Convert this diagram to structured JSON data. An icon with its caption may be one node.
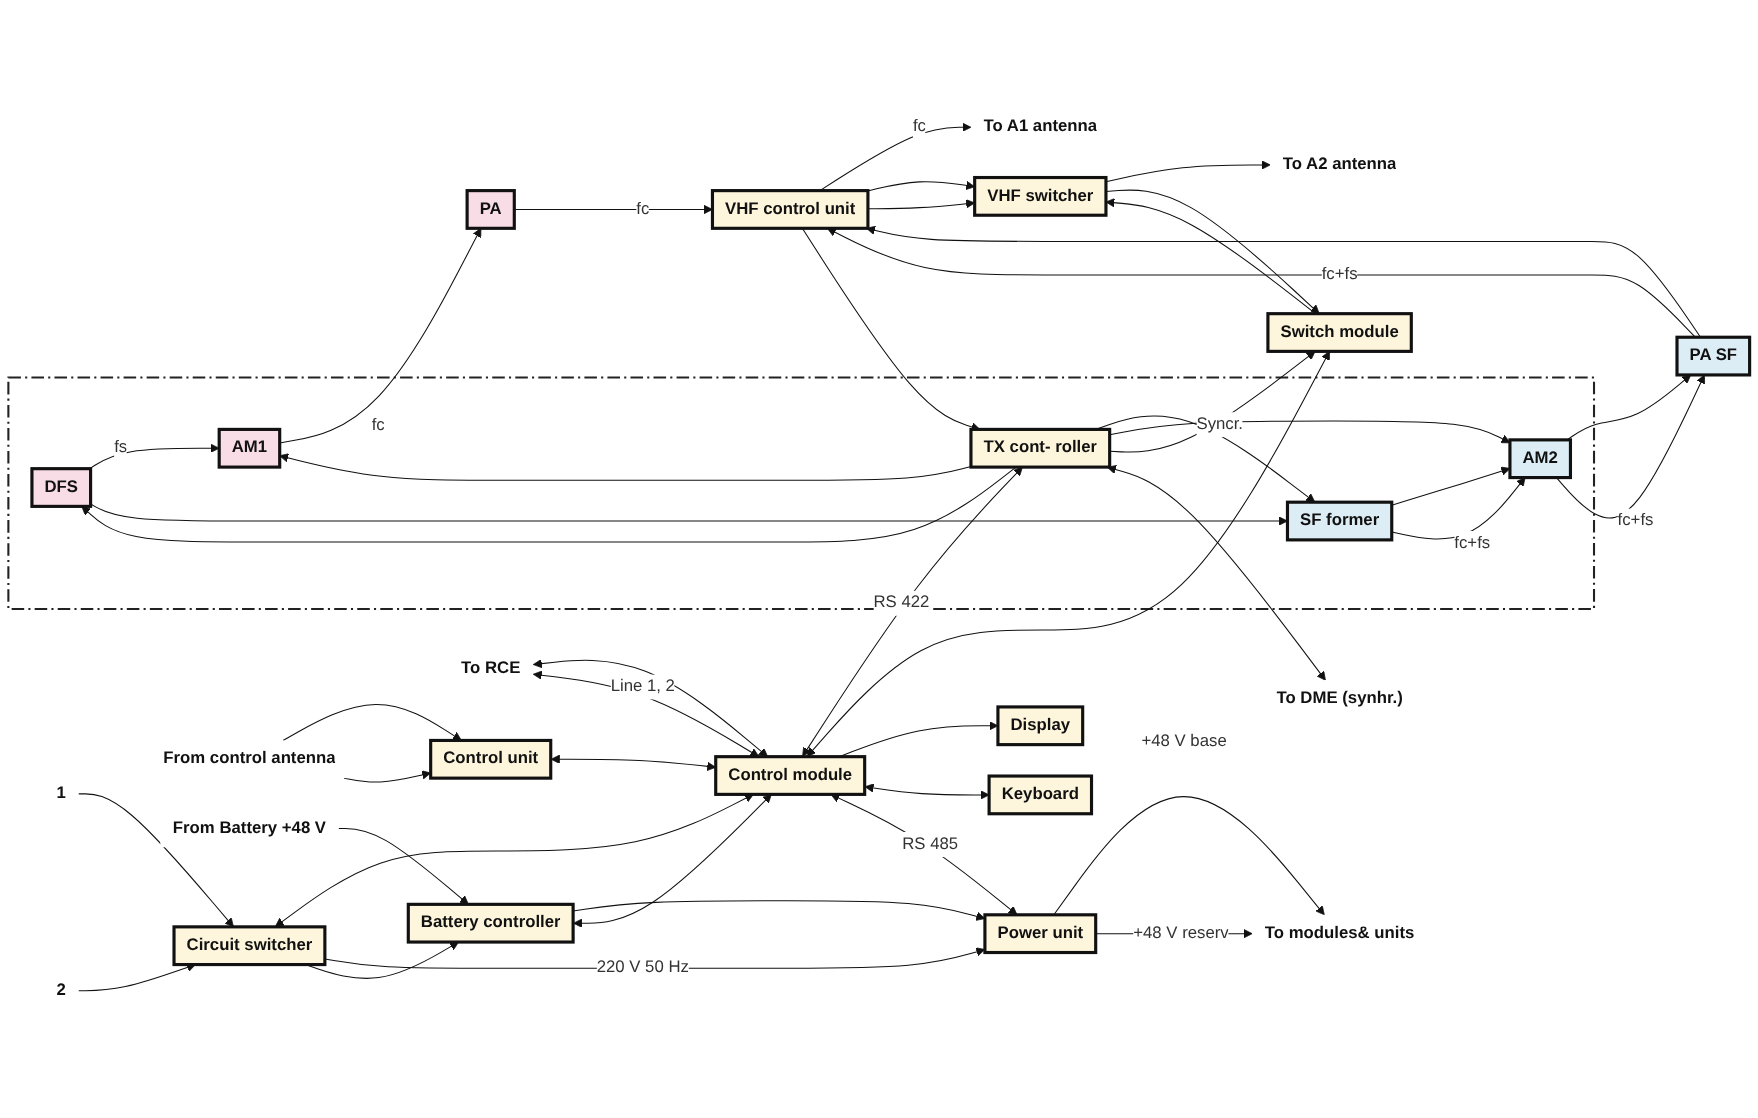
{
  "diagram": {
    "nodes": [
      {
        "text": [],
        "shape": "box"
      },
      {
        "text": [
          "DFS"
        ],
        "in": 0
      },
      {
        "text": [
          "AM1"
        ],
        "in": 0
      },
      {
        "text": [
          "TX cont- roller"
        ],
        "in": 0
      },
      {
        "text": [
          "SF former"
        ],
        "in": 0
      },
      {
        "text": [
          "AM2"
        ],
        "in": 0
      },
      {
        "text": [
          "PA"
        ]
      },
      {
        "text": [
          "PA SF"
        ]
      },
      {
        "text": [
          "VHF control unit"
        ]
      },
      {
        "text": [
          "VHF switcher"
        ]
      },
      {
        "text": [
          "Switch module"
        ]
      },
      {
        "text": [
          "Control unit"
        ]
      },
      {
        "text": [
          "Control module"
        ]
      },
      {
        "text": [
          "Display"
        ]
      },
      {
        "text": [
          "Keyboard"
        ]
      },
      {
        "text": [
          "Circuit switcher"
        ]
      },
      {
        "text": [
          "Power unit"
        ]
      },
      {
        "text": [
          "Battery controller"
        ]
      },
      {
        "text": [
          "To DME (synhr.)"
        ]
      },
      {
        "text": [
          "To A1 antenna"
        ]
      },
      {
        "text": [
          "To A2 antenna"
        ]
      },
      {
        "text": [
          "From control antenna"
        ]
      },
      {
        "text": [
          "To RCE"
        ]
      },
      {
        "text": [
          "1"
        ]
      },
      {
        "text": [
          "2"
        ]
      },
      {
        "text": [
          "To modules& units"
        ]
      },
      {
        "text": [
          "From Battery +48 V"
        ]
      }
    ],
    "edges": [
      {
        "from": 3,
        "to": 1,
        "arrow": "to"
      },
      {
        "from": 1,
        "to": 2,
        "arrow": "to",
        "label": "fs"
      },
      {
        "from": 1,
        "to": 4,
        "arrow": "to"
      },
      {
        "from": 3,
        "to": 2,
        "arrow": "to"
      },
      {
        "from": 3,
        "to": 4,
        "arrow": "to"
      },
      {
        "from": 4,
        "to": 5,
        "arrow": "to"
      },
      {
        "from": 4,
        "to": 5,
        "arrow": "to",
        "label": "fc+fs"
      },
      {
        "from": 3,
        "to": 5,
        "arrow": "to"
      },
      {
        "from": 3,
        "to": 10,
        "arrow": "to",
        "label": "Syncr."
      },
      {
        "from": 2,
        "to": 6,
        "arrow": "to",
        "label": "fc"
      },
      {
        "from": 5,
        "to": 7,
        "arrow": "to"
      },
      {
        "from": 5,
        "to": 7,
        "arrow": "to",
        "label": "fc+fs"
      },
      {
        "from": 6,
        "to": 8,
        "arrow": "to",
        "label": "fc"
      },
      {
        "from": 7,
        "to": 8,
        "arrow": "to"
      },
      {
        "from": 7,
        "to": 8,
        "arrow": "to",
        "label": "fc+fs"
      },
      {
        "from": 8,
        "to": 19,
        "arrow": "to",
        "label": "fc"
      },
      {
        "from": 8,
        "to": 9,
        "arrow": "to"
      },
      {
        "from": 8,
        "to": 9,
        "arrow": "to"
      },
      {
        "from": 9,
        "to": 20,
        "arrow": "to"
      },
      {
        "from": 10,
        "to": 9,
        "arrow": "to"
      },
      {
        "from": 9,
        "to": 10,
        "arrow": "to"
      },
      {
        "from": 3,
        "to": 18,
        "arrow": "both"
      },
      {
        "from": 12,
        "to": 3,
        "arrow": "both",
        "label": "RS 422"
      },
      {
        "from": 21,
        "to": 11,
        "arrow": "to"
      },
      {
        "from": 21,
        "to": 11,
        "arrow": "to"
      },
      {
        "from": 11,
        "to": 12,
        "arrow": "both"
      },
      {
        "from": 22,
        "to": 12,
        "arrow": "both"
      },
      {
        "from": 22,
        "to": 12,
        "arrow": "both",
        "label": "Line 1, 2"
      },
      {
        "from": 12,
        "to": 10,
        "arrow": "both"
      },
      {
        "from": 12,
        "to": 13,
        "arrow": "to"
      },
      {
        "from": 12,
        "to": 14,
        "arrow": "both"
      },
      {
        "from": 23,
        "to": 15,
        "arrow": "to"
      },
      {
        "from": 24,
        "to": 15,
        "arrow": "to"
      },
      {
        "from": 15,
        "to": 12,
        "arrow": "both"
      },
      {
        "from": 12,
        "to": 16,
        "arrow": "both",
        "label": "RS 485"
      },
      {
        "from": 15,
        "to": 16,
        "arrow": "to",
        "label": "220 V 50 Hz"
      },
      {
        "from": 15,
        "to": 17,
        "arrow": "to"
      },
      {
        "from": 16,
        "to": 25,
        "arrow": "to",
        "label": "+48 V base"
      },
      {
        "from": 16,
        "to": 25,
        "arrow": "to",
        "label": "+48 V reserv"
      },
      {
        "from": 17,
        "to": 16,
        "arrow": "to"
      },
      {
        "from": 17,
        "to": 12,
        "arrow": "both"
      },
      {
        "from": 26,
        "to": 17,
        "arrow": "to"
      },
      {
        "from": 8,
        "to": 3,
        "arrow": "to"
      }
    ]
  }
}
